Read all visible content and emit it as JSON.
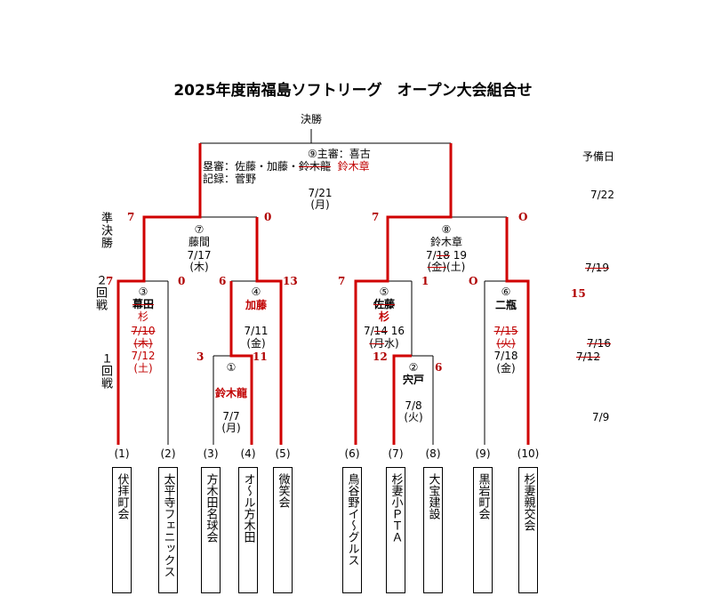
{
  "title": "2025年度南福島ソフトリーグ　オープン大会組合せ",
  "rounds": {
    "final": "決勝",
    "semi": "準決勝",
    "second": "２回戦",
    "first": "１回戦",
    "reserve": "予備日"
  },
  "final": {
    "umpire": "⑨主審：喜古",
    "base_umpires": "塁審：佐藤・加藤・",
    "struck_umpire": "鈴木龍",
    "new_umpire": "鈴木章",
    "record": "記録：菅野",
    "date": "7/21",
    "day": "(月)"
  },
  "reserve_dates": {
    "final": "7/22",
    "semi_struck": "7/19",
    "r2_struck": "7/16",
    "r1_struck": "7/12",
    "r1": "7/9",
    "extra_score": "15"
  },
  "matches": {
    "m7": {
      "no": "⑦",
      "umpire": "藤間",
      "date": "7/17",
      "day": "(木)",
      "score_left": "7",
      "score_right": "0"
    },
    "m8": {
      "no": "⑧",
      "umpire": "鈴木章",
      "date_prefix": "7/",
      "date_struck": "18",
      "date_new": "19",
      "day_struck": "(金)",
      "day_new": "(土)",
      "score_left": "7",
      "score_right": "O"
    },
    "m3": {
      "no": "③",
      "umpire_struck": "幕田",
      "umpire_new": "杉",
      "date_struck": "7/10",
      "day_struck": "(木)",
      "date": "7/12",
      "day": "(土)",
      "score_left": "7",
      "score_right": "0"
    },
    "m4": {
      "no": "④",
      "umpire": "加藤",
      "date": "7/11",
      "day": "(金)",
      "score_left": "6",
      "score_right": "13"
    },
    "m1": {
      "no": "①",
      "umpire": "鈴木龍",
      "date": "7/7",
      "day": "(月)",
      "score_left": "3",
      "score_right": "11"
    },
    "m5": {
      "no": "⑤",
      "umpire_struck": "佐藤",
      "umpire_new": "杉",
      "date_prefix": "7/",
      "date_struck": "14",
      "date_new": "16",
      "day_struck": "(月",
      "day_new": "水)",
      "score_left": "7",
      "score_right": "1",
      "score_lower": "12"
    },
    "m2": {
      "no": "②",
      "umpire": "宍戸",
      "date": "7/8",
      "day": "(火)",
      "score_right": "6"
    },
    "m6": {
      "no": "⑥",
      "umpire": "二瓶",
      "date_struck": "7/15",
      "day_struck": "(火)",
      "date": "7/18",
      "day": "(金)",
      "score_left": "O",
      "score_right": ""
    }
  },
  "teams": [
    {
      "num": "(1)",
      "name": "伏拝町会"
    },
    {
      "num": "(2)",
      "name": "太平寺フェニックス"
    },
    {
      "num": "(3)",
      "name": "方木田名球会"
    },
    {
      "num": "(4)",
      "name": "オ～ル方木田"
    },
    {
      "num": "(5)",
      "name": "微笑会"
    },
    {
      "num": "(6)",
      "name": "鳥谷野イ～グルス"
    },
    {
      "num": "(7)",
      "name": "杉妻小ＰＴＡ"
    },
    {
      "num": "(8)",
      "name": "大宝建設"
    },
    {
      "num": "(9)",
      "name": "黒岩町会"
    },
    {
      "num": "(10)",
      "name": "杉妻親交会"
    }
  ],
  "colors": {
    "win": "#d00000",
    "line": "#000000"
  }
}
